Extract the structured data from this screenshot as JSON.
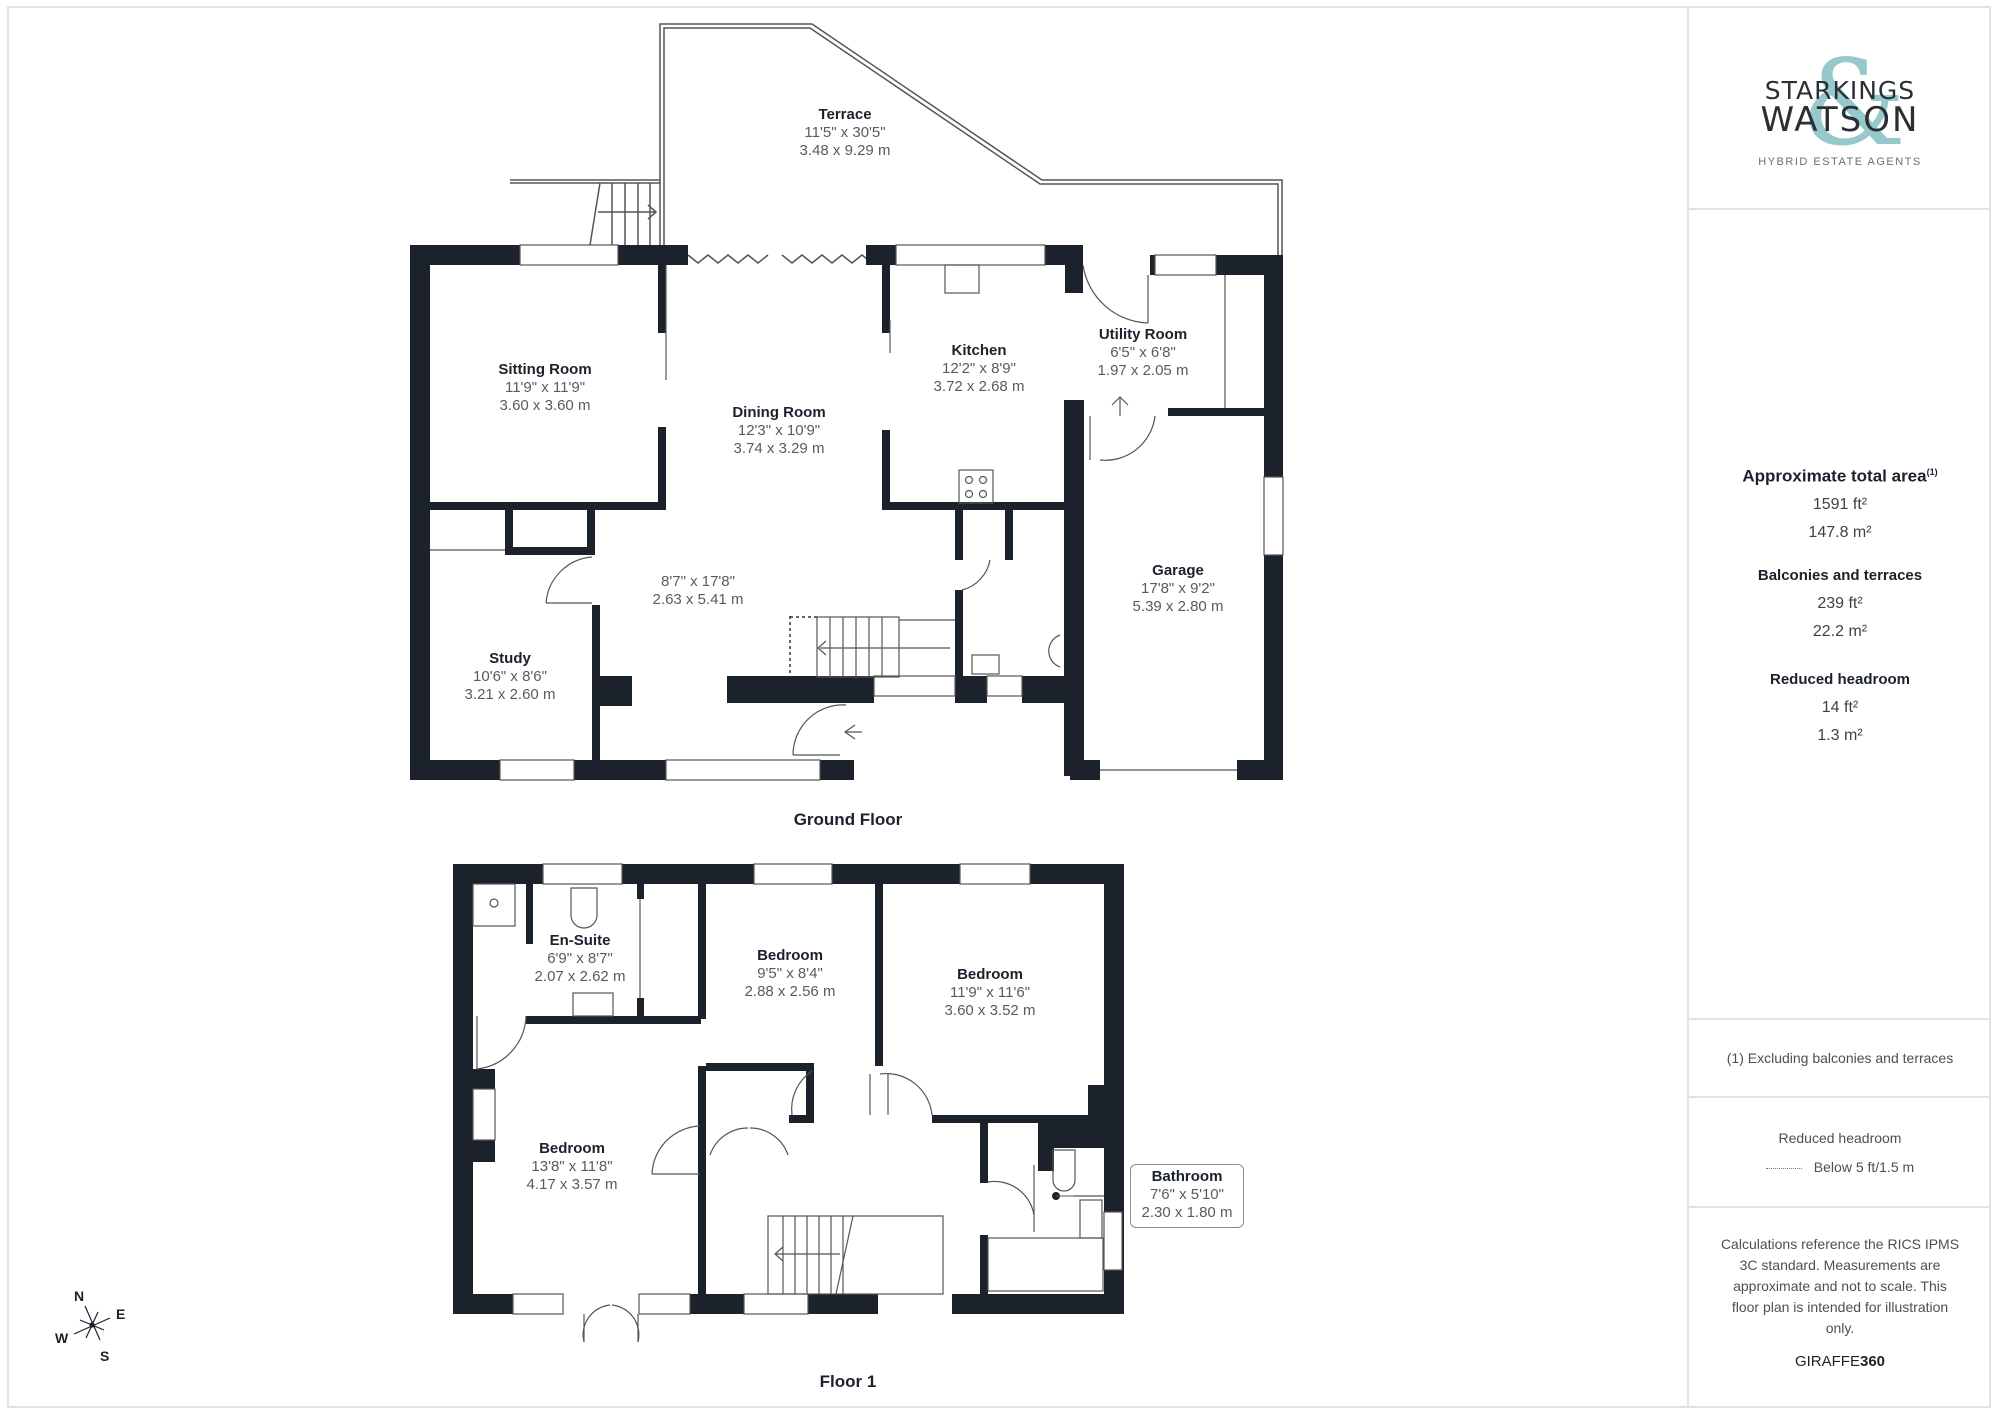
{
  "brand": {
    "name_line1": "STARKINGS",
    "name_line2": "WATSON",
    "ampersand": "&",
    "tagline": "HYBRID ESTATE AGENTS",
    "accent_color": "#8cc3c6"
  },
  "summary": {
    "total_area": {
      "heading": "Approximate total area",
      "footnote_ref": "(1)",
      "ft2": "1591 ft²",
      "m2": "147.8 m²"
    },
    "balconies": {
      "heading": "Balconies and terraces",
      "ft2": "239 ft²",
      "m2": "22.2 m²"
    },
    "reduced_headroom": {
      "heading": "Reduced headroom",
      "ft2": "14 ft²",
      "m2": "1.3 m²"
    }
  },
  "footnote": "(1) Excluding balconies and terraces",
  "legend": {
    "title": "Reduced headroom",
    "line_label": "Below 5 ft/1.5 m"
  },
  "disclaimer": "Calculations reference the RICS IPMS 3C standard. Measurements are approximate and not to scale. This floor plan is intended for illustration only.",
  "provider": {
    "part1": "GIRAFFE",
    "part2": "360"
  },
  "colors": {
    "wall": "#1b222c",
    "frame": "#e2e2e2",
    "text_dim": "#565c63"
  },
  "floors": [
    {
      "title": "Ground Floor",
      "rooms": [
        {
          "name": "Terrace",
          "imperial": "11'5\" x 30'5\"",
          "metric": "3.48 x 9.29 m"
        },
        {
          "name": "Sitting Room",
          "imperial": "11'9\" x 11'9\"",
          "metric": "3.60 x 3.60 m"
        },
        {
          "name": "Dining Room",
          "imperial": "12'3\" x 10'9\"",
          "metric": "3.74 x 3.29 m"
        },
        {
          "name": "Kitchen",
          "imperial": "12'2\" x 8'9\"",
          "metric": "3.72 x 2.68 m"
        },
        {
          "name": "Utility Room",
          "imperial": "6'5\" x 6'8\"",
          "metric": "1.97 x 2.05 m"
        },
        {
          "name": "",
          "imperial": "8'7\" x 17'8\"",
          "metric": "2.63 x 5.41 m"
        },
        {
          "name": "Study",
          "imperial": "10'6\" x 8'6\"",
          "metric": "3.21 x 2.60 m"
        },
        {
          "name": "Garage",
          "imperial": "17'8\" x 9'2\"",
          "metric": "5.39 x 2.80 m"
        }
      ]
    },
    {
      "title": "Floor 1",
      "rooms": [
        {
          "name": "En-Suite",
          "imperial": "6'9\" x 8'7\"",
          "metric": "2.07 x 2.62 m"
        },
        {
          "name": "Bedroom",
          "imperial": "9'5\" x 8'4\"",
          "metric": "2.88 x 2.56 m"
        },
        {
          "name": "Bedroom",
          "imperial": "11'9\" x 11'6\"",
          "metric": "3.60 x 3.52 m"
        },
        {
          "name": "Bedroom",
          "imperial": "13'8\" x 11'8\"",
          "metric": "4.17 x 3.57 m"
        },
        {
          "name": "Bathroom",
          "imperial": "7'6\" x 5'10\"",
          "metric": "2.30 x 1.80 m"
        }
      ]
    }
  ],
  "compass": {
    "n": "N",
    "e": "E",
    "s": "S",
    "w": "W"
  }
}
